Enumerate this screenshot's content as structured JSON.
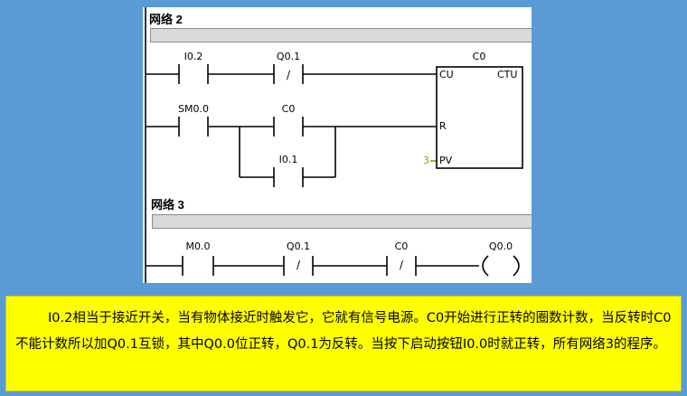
{
  "networks": [
    {
      "title": "网络 2",
      "contacts": [
        {
          "address": "I0.2",
          "type": "no"
        },
        {
          "address": "Q0.1",
          "type": "nc",
          "symbol": "/"
        },
        {
          "address": "SM0.0",
          "type": "no"
        },
        {
          "address": "C0",
          "type": "no"
        },
        {
          "address": "I0.1",
          "type": "no"
        }
      ],
      "counter": {
        "name": "C0",
        "type": "CTU",
        "pins": {
          "cu": "CU",
          "r": "R",
          "pv": "PV"
        },
        "pv_value": "3"
      }
    },
    {
      "title": "网络 3",
      "contacts": [
        {
          "address": "M0.0",
          "type": "no"
        },
        {
          "address": "Q0.1",
          "type": "nc",
          "symbol": "/"
        },
        {
          "address": "C0",
          "type": "nc",
          "symbol": "/"
        }
      ],
      "coil": {
        "address": "Q0.0"
      }
    }
  ],
  "description": "I0.2相当于接近开关，当有物体接近时触发它，它就有信号电源。C0开始进行正转的圈数计数，当反转时C0不能计数所以加Q0.1互锁，其中Q0.0位正转，Q0.1为反转。当按下启动按钮I0.0时就正转，所有网络3的程序。",
  "colors": {
    "background": "#5b9bd5",
    "description_bg": "#ffff00",
    "ladder_bg": "#ffffff",
    "comment_bar": "#d9d9d9"
  }
}
